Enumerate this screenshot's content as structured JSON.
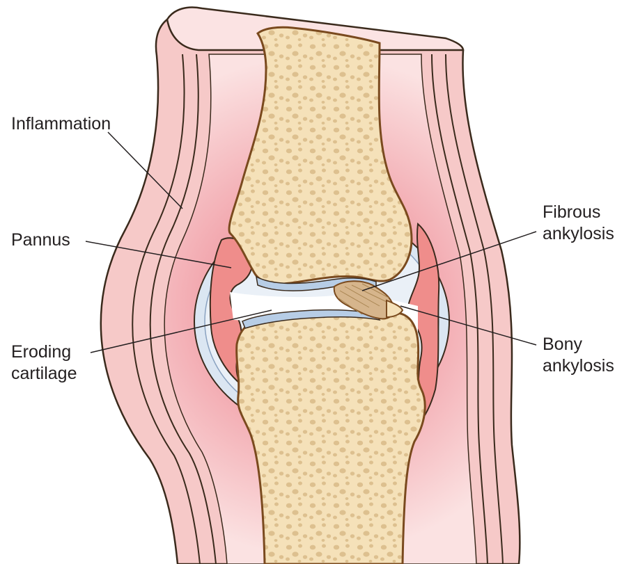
{
  "labels": {
    "inflammation": "Inflammation",
    "pannus": "Pannus",
    "eroding_cartilage": [
      "Eroding",
      "cartilage"
    ],
    "fibrous_ankylosis": [
      "Fibrous",
      "ankylosis"
    ],
    "bony_ankylosis": [
      "Bony",
      "ankylosis"
    ]
  },
  "colors": {
    "soft_tissue": "#f6c9c8",
    "inflamed_tissue": "#ef8d8b",
    "bone": "#f5e1b9",
    "bone_outline": "#8a5a2a",
    "cartilage": "#b7cde6",
    "synovial_capsule": "#dbe6f2",
    "fibrous_tissue": "#d6b58c",
    "outline": "#3a2a1c"
  }
}
